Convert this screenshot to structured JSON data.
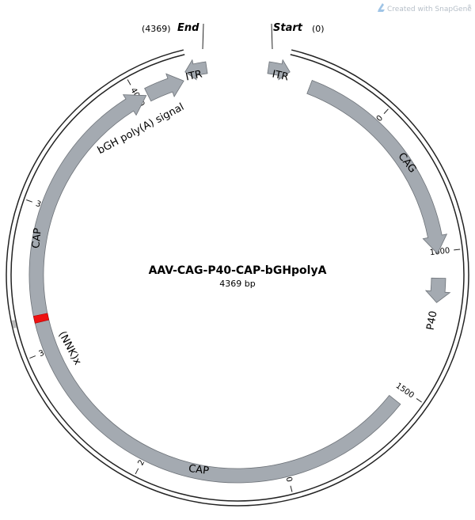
{
  "watermark": {
    "text": "Created with SnapGene",
    "mark": "®",
    "icon": "snapgene-logo-icon"
  },
  "plasmid": {
    "name": "AAV-CAG-P40-CAP-bGHpolyA",
    "size_label": "4369 bp"
  },
  "ends": {
    "end_pos": "(4369)",
    "end_label": "End",
    "start_label": "Start",
    "start_pos": "(0)"
  },
  "ticks": [
    "500",
    "1000",
    "1500",
    "2000",
    "2500",
    "3000",
    "3500",
    "4000"
  ],
  "features": [
    {
      "id": "itr-right",
      "label": "ITR",
      "color": "#a4aab1"
    },
    {
      "id": "cag",
      "label": "CAG",
      "color": "#a4aab1"
    },
    {
      "id": "p40",
      "label": "P40",
      "color": "#a4aab1"
    },
    {
      "id": "cap",
      "label": "CAP",
      "color": "#a4aab1"
    },
    {
      "id": "nnk",
      "label": "(NNK)x",
      "color": "#ee1111"
    },
    {
      "id": "bgh",
      "label": "bGH poly(A) signal",
      "color": "#a4aab1"
    },
    {
      "id": "itr-left",
      "label": "ITR",
      "color": "#a4aab1"
    }
  ],
  "colors": {
    "backbone": "#222222",
    "feature_stroke": "#6d7278"
  }
}
